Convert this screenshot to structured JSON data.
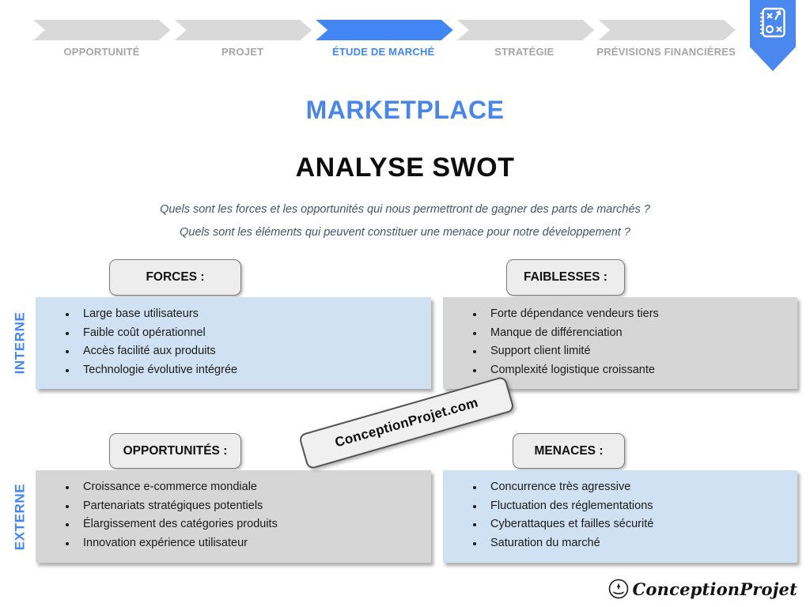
{
  "process_bar": {
    "steps": [
      {
        "label": "OPPORTUNITÉ",
        "active": false
      },
      {
        "label": "PROJET",
        "active": false
      },
      {
        "label": "ÉTUDE DE MARCHÉ",
        "active": true
      },
      {
        "label": "STRATÉGIE",
        "active": false
      },
      {
        "label": "PRÉVISIONS FINANCIÈRES",
        "active": false
      }
    ],
    "bookmark_icon": "strategy-playbook-icon"
  },
  "titles": {
    "main": "MARKETPLACE",
    "section": "ANALYSE SWOT"
  },
  "questions": {
    "q1": "Quels sont les forces et les opportunités qui nous permettront de gagner des parts de marchés ?",
    "q2": "Quels sont les éléments qui peuvent constituer une menace pour notre développement ?"
  },
  "axes": {
    "internal": "INTERNE",
    "external": "EXTERNE"
  },
  "swot": {
    "forces": {
      "label": "FORCES :",
      "items": [
        "Large base utilisateurs",
        "Faible coût opérationnel",
        "Accès facilité aux produits",
        "Technologie évolutive intégrée"
      ]
    },
    "faiblesses": {
      "label": "FAIBLESSES :",
      "items": [
        "Forte dépendance vendeurs tiers",
        "Manque de différenciation",
        "Support client limité",
        "Complexité logistique croissante"
      ]
    },
    "opportunites": {
      "label": "OPPORTUNITÉS :",
      "items": [
        "Croissance e-commerce mondiale",
        "Partenariats stratégiques potentiels",
        "Élargissement des catégories produits",
        "Innovation expérience utilisateur"
      ]
    },
    "menaces": {
      "label": "MENACES :",
      "items": [
        "Concurrence très agressive",
        "Fluctuation des réglementations",
        "Cyberattaques et failles sécurité",
        "Saturation du marché"
      ]
    }
  },
  "watermark": {
    "text": "ConceptionProjet.com"
  },
  "footer": {
    "brand": "ConceptionProjet",
    "icon": "hand-rocket-icon"
  },
  "colors": {
    "accent_blue": "#4285F4",
    "title_blue": "#4a86e8",
    "panel_blue": "#cfe1f2",
    "panel_gray": "#d6d6d6",
    "chevron_gray": "#d9d9d9",
    "step_label_gray": "#a6a6a6",
    "question_text": "#44546a",
    "label_box_fill": "#ededed",
    "label_box_border": "#7a7a7a"
  }
}
